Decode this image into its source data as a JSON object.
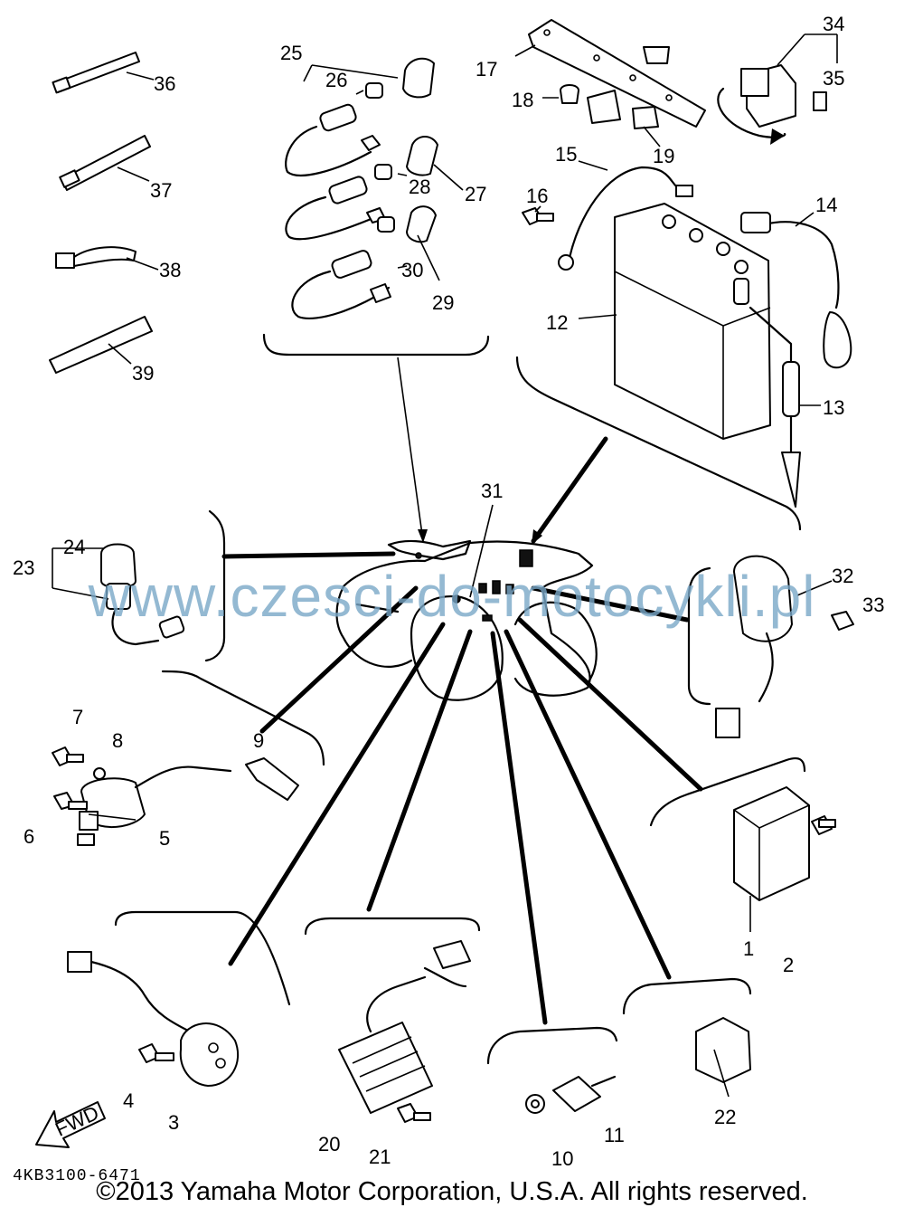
{
  "diagram": {
    "code": "4KB3100-6471",
    "copyright": "©2013 Yamaha Motor Corporation, U.S.A. All rights reserved.",
    "watermark": "www.czesci-do-motocykli.pl",
    "fwd_label": "FWD",
    "labels": {
      "p1": "1",
      "p2": "2",
      "p3": "3",
      "p4": "4",
      "p5": "5",
      "p6": "6",
      "p7": "7",
      "p8": "8",
      "p9": "9",
      "p10": "10",
      "p11": "11",
      "p12": "12",
      "p13": "13",
      "p14": "14",
      "p15": "15",
      "p16": "16",
      "p17": "17",
      "p18": "18",
      "p19": "19",
      "p20": "20",
      "p21": "21",
      "p22": "22",
      "p23": "23",
      "p24": "24",
      "p25": "25",
      "p26": "26",
      "p27": "27",
      "p28": "28",
      "p29": "29",
      "p30": "30",
      "p31": "31",
      "p32": "32",
      "p33": "33",
      "p34": "34",
      "p35": "35",
      "p36": "36",
      "p37": "37",
      "p38": "38",
      "p39": "39"
    }
  }
}
